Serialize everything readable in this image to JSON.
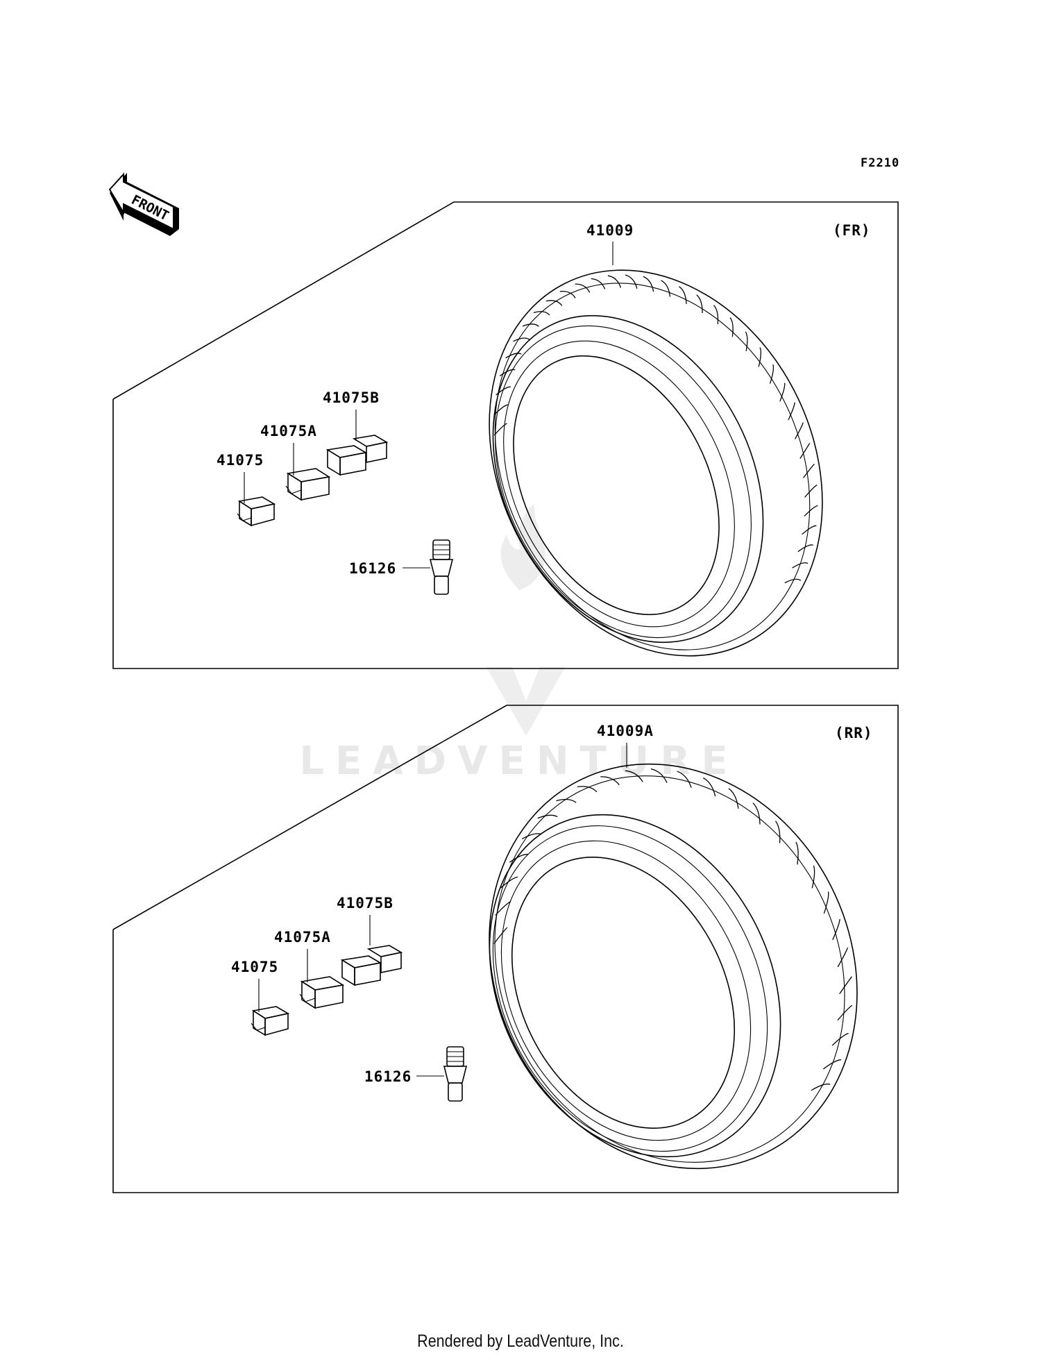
{
  "diagram_code": "F2210",
  "front_arrow_label": "FRONT",
  "watermark": "LEADVENTURE",
  "footer": "Rendered by LeadVenture, Inc.",
  "front_panel": {
    "position_label": "(FR)",
    "tire_part": "41009",
    "weight_parts": [
      "41075",
      "41075A",
      "41075B"
    ],
    "valve_part": "16126"
  },
  "rear_panel": {
    "position_label": "(RR)",
    "tire_part": "41009A",
    "weight_parts": [
      "41075",
      "41075A",
      "41075B"
    ],
    "valve_part": "16126"
  }
}
